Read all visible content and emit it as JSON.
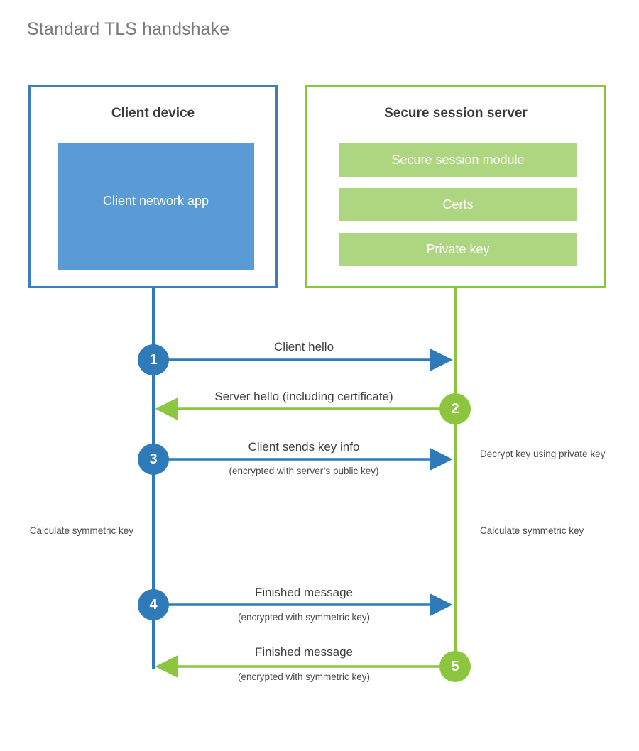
{
  "title": "Standard TLS handshake",
  "colors": {
    "client_border": "#3c7ebe",
    "client_block": "#5b9bd5",
    "client_accent": "#2f7ab8",
    "server_border": "#8cc63e",
    "server_block": "#aed57f",
    "server_accent": "#8cc63e",
    "title_text": "#7a7a7a",
    "body_text": "#3f3f3f",
    "background": "#ffffff"
  },
  "parties": {
    "client": {
      "title": "Client device",
      "blocks": [
        {
          "label": "Client network app"
        }
      ]
    },
    "server": {
      "title": "Secure session server",
      "blocks": [
        {
          "label": "Secure session module"
        },
        {
          "label": "Certs"
        },
        {
          "label": "Private key"
        }
      ]
    }
  },
  "steps": [
    {
      "number": "1",
      "label": "Client hello",
      "sub": "",
      "direction": "client-to-server",
      "color": "blue"
    },
    {
      "number": "2",
      "label": "Server hello (including certificate)",
      "sub": "",
      "direction": "server-to-client",
      "color": "green"
    },
    {
      "number": "3",
      "label": "Client sends key info",
      "sub": "(encrypted with server’s public key)",
      "direction": "client-to-server",
      "color": "blue"
    },
    {
      "number": "4",
      "label": "Finished message",
      "sub": "(encrypted with symmetric key)",
      "direction": "client-to-server",
      "color": "blue"
    },
    {
      "number": "5",
      "label": "Finished message",
      "sub": "(encrypted with symmetric key)",
      "direction": "server-to-client",
      "color": "green"
    }
  ],
  "notes": {
    "decrypt_key": "Decrypt key using private key",
    "client_symmetric": "Calculate symmetric key",
    "server_symmetric": "Calculate symmetric key"
  }
}
